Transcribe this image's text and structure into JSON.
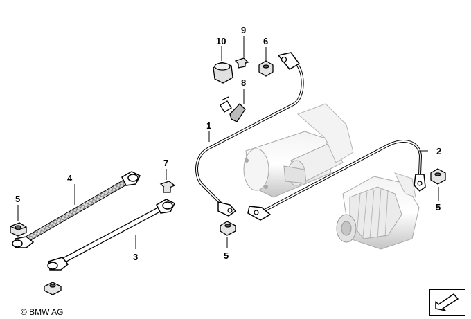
{
  "diagram": {
    "callouts": {
      "c1": "1",
      "c2": "2",
      "c3": "3",
      "c4": "4",
      "c5a": "5",
      "c5b": "5",
      "c5c": "5",
      "c6": "6",
      "c7": "7",
      "c8": "8",
      "c9": "9",
      "c10": "10"
    },
    "copyright": "© BMW AG"
  },
  "colors": {
    "line": "#000000",
    "part_fill": "#ffffff",
    "shade": "#c8c8c8",
    "dark": "#555555"
  },
  "icons": {
    "nav": "arrow-icon"
  }
}
